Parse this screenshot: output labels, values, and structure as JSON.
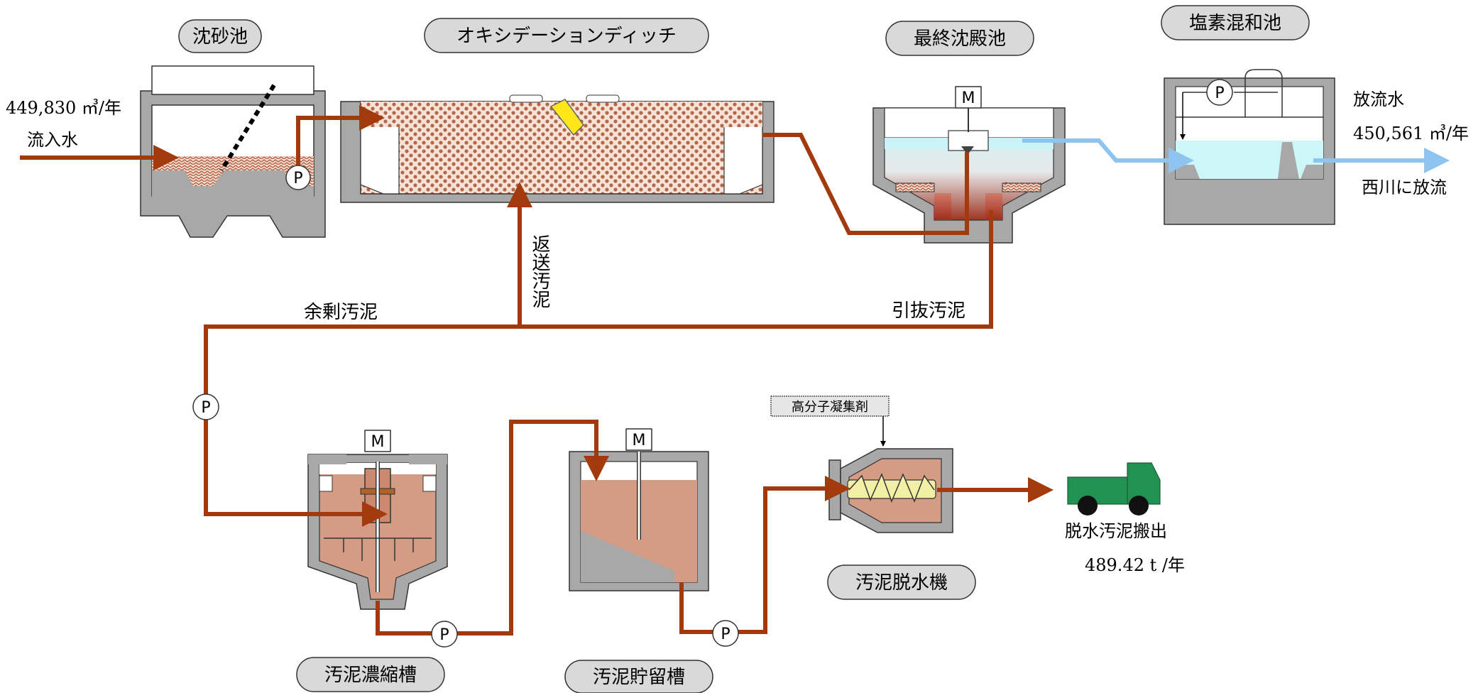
{
  "labels": {
    "grit_chamber": "沈砂池",
    "oxidation_ditch": "オキシデーションディッチ",
    "final_settling_tank": "最終沈殿池",
    "chlorine_mixing_tank": "塩素混和池",
    "sludge_thickener": "汚泥濃縮槽",
    "sludge_storage_tank": "汚泥貯留槽",
    "sludge_dewatering_machine": "汚泥脱水機"
  },
  "flows": {
    "inflow_volume": "449,830 ㎥/年",
    "inflow_label": "流入水",
    "outflow_label": "放流水",
    "outflow_volume": "450,561 ㎥/年",
    "discharge_destination": "西川に放流",
    "return_sludge": "返送汚泥",
    "excess_sludge": "余剰汚泥",
    "withdrawn_sludge": "引抜汚泥",
    "polymer_flocculant": "高分子凝集剤",
    "cake_removal": "脱水汚泥搬出",
    "cake_amount": "489.42 t /年"
  },
  "symbols": {
    "pump": "P",
    "motor": "M"
  },
  "colors": {
    "sludge_line": "#a33a0e",
    "water_line": "#8ec5f0",
    "tank_gray": "#a8a8a8",
    "sludge_fill": "#d49c85",
    "clear_water": "#cdf6f8",
    "truck_green": "#229253",
    "polymer_box": "#e6e6e6",
    "screw_yellow": "#f2efa6"
  }
}
